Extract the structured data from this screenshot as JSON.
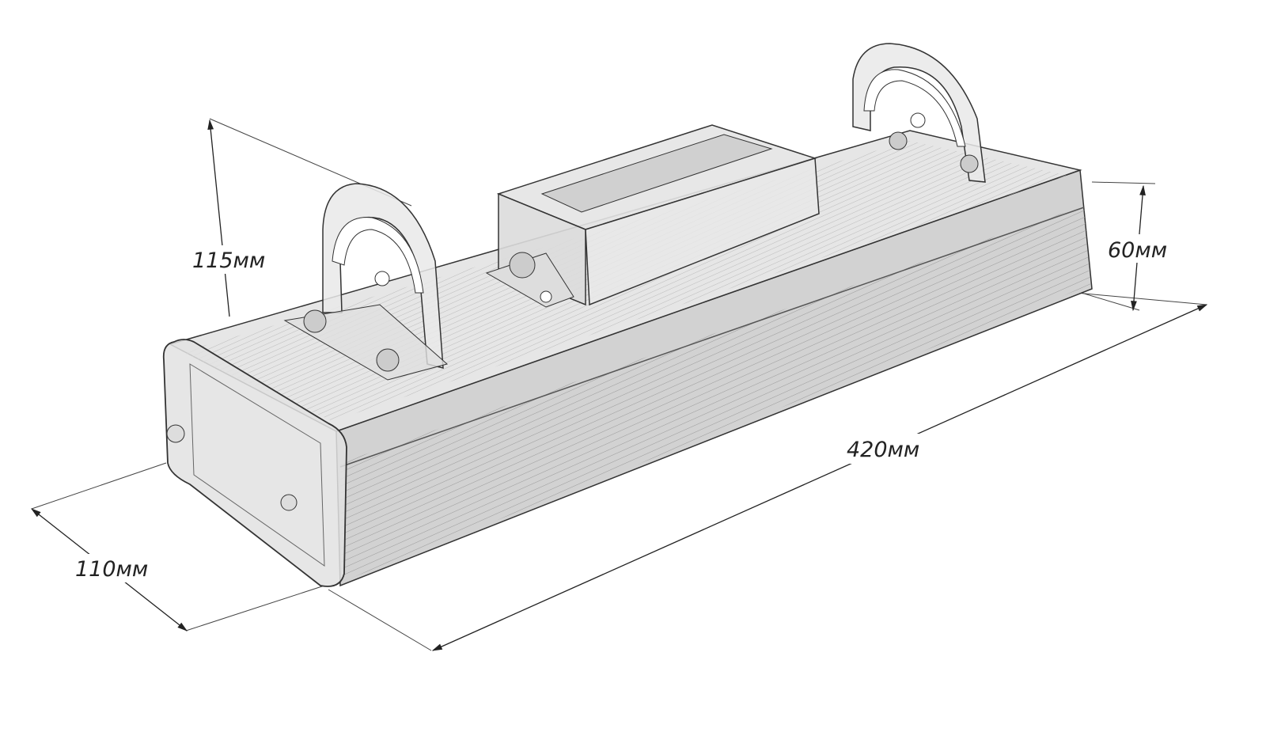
{
  "dimensions": {
    "height_total": "115мм",
    "height_body": "60мм",
    "length": "420мм",
    "width": "110мм"
  },
  "colors": {
    "line": "#333333",
    "body_fill": "#d9d9d9",
    "side_fill": "#cfcfcf",
    "top_fill": "#e6e6e6",
    "bracket_fill": "#e9e9e9"
  }
}
